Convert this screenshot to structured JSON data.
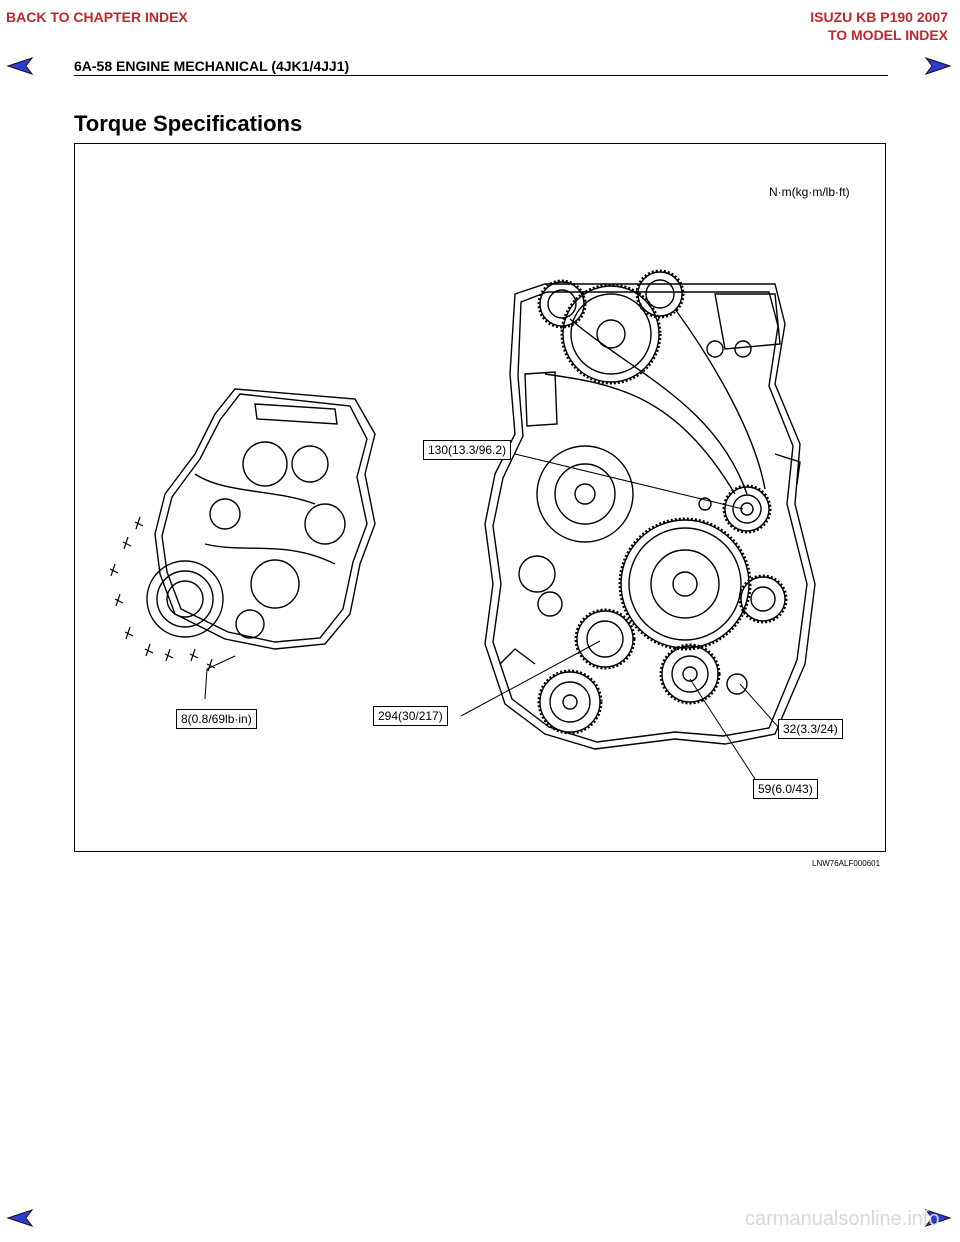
{
  "nav": {
    "back_chapter": "BACK TO CHAPTER INDEX",
    "model_title": "ISUZU KB P190 2007",
    "model_index": "TO MODEL INDEX",
    "arrow_color": "#2f3bd6"
  },
  "header": {
    "page_ref": "6A-58  ENGINE MECHANICAL (4JK1/4JJ1)"
  },
  "section": {
    "title": "Torque Specifications"
  },
  "figure": {
    "units": "N·m(kg·m/lb·ft)",
    "callouts": {
      "c1": "130(13.3/96.2)",
      "c2": "8(0.8/69lb·in)",
      "c3": "294(30/217)",
      "c4": "32(3.3/24)",
      "c5": "59(6.0/43)"
    },
    "figure_id": "LNW76ALF000601"
  },
  "footer": {
    "watermark": "carmanualsonline.info"
  }
}
